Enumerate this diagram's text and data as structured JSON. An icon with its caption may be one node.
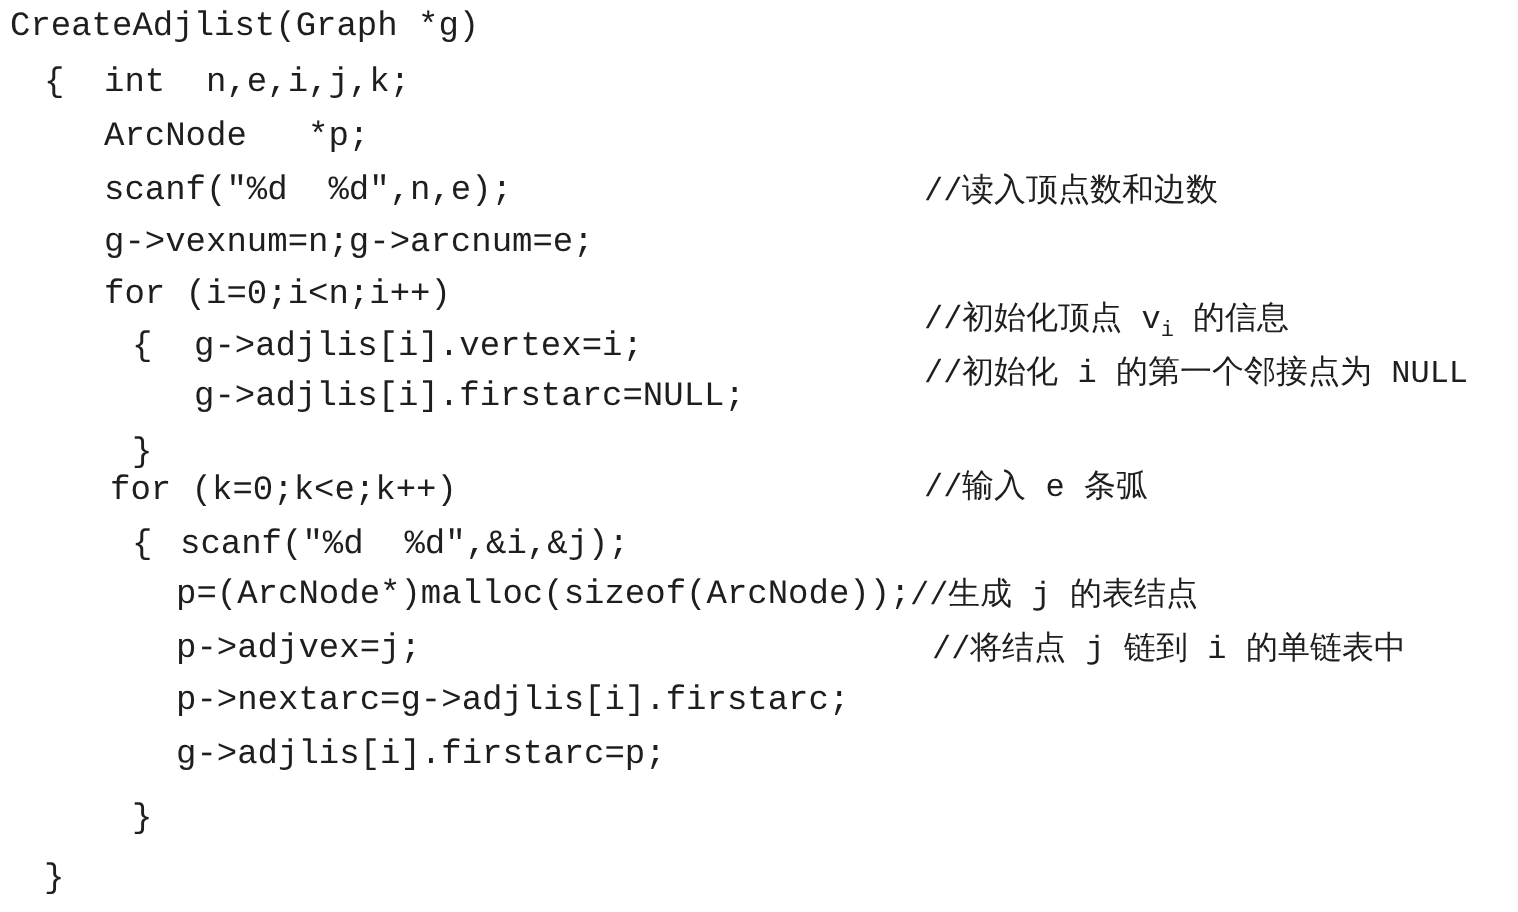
{
  "diagram": {
    "labels": [
      "CreateAdjlist(Graph *g)",
      "{",
      "int  n,e,i,j,k;",
      "ArcNode   *p;",
      "scanf(\"%d  %d\",n,e);",
      "//读入顶点数和边数",
      "g->vexnum=n;g->arcnum=e;",
      "for (i=0;i<n;i++)",
      "//初始化顶点 v$_{i}$ 的信息",
      "{",
      "g->adjlis[i].vertex=i;",
      "//初始化 i 的第一个邻接点为 NULL",
      "g->adjlis[i].firstarc=NULL;",
      "}",
      "for (k=0;k<e;k++)",
      "//输入 e 条弧",
      "{",
      "scanf(\"%d  %d\",&i,&j);",
      "p=(ArcNode*)malloc(sizeof(ArcNode));",
      "//生成 j 的表结点",
      "p->adjvex=j;",
      "p->nextarc=g->adjlis[i].firstarc;",
      "//将结点 j 链到 i 的单链表中",
      "g->adjlis[i].firstarc=p;",
      "}",
      "}"
    ]
  }
}
